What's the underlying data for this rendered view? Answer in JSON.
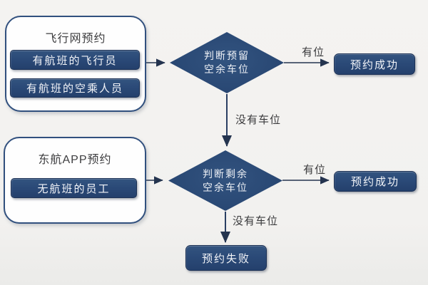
{
  "colors": {
    "navy": "#2b4a78",
    "navy_border": "#1c3155",
    "group_border": "#31507e",
    "background": "#f2f1ef",
    "wire": "#24344f",
    "label_text": "#3a3a3c"
  },
  "top_group": {
    "title": "飞行网预约",
    "items": [
      {
        "label": "有航班的飞行员"
      },
      {
        "label": "有航班的空乘人员"
      }
    ]
  },
  "bottom_group": {
    "title": "东航APP预约",
    "items": [
      {
        "label": "无航班的员工"
      }
    ]
  },
  "decision1": {
    "line1": "判断预留",
    "line2": "空余车位"
  },
  "decision2": {
    "line1": "判断剩余",
    "line2": "空余车位"
  },
  "outcomes": {
    "success1": "预约成功",
    "success2": "预约成功",
    "fail": "预约失败"
  },
  "edge_labels": {
    "yes1": "有位",
    "no1": "没有车位",
    "yes2": "有位",
    "no2": "没有车位"
  }
}
